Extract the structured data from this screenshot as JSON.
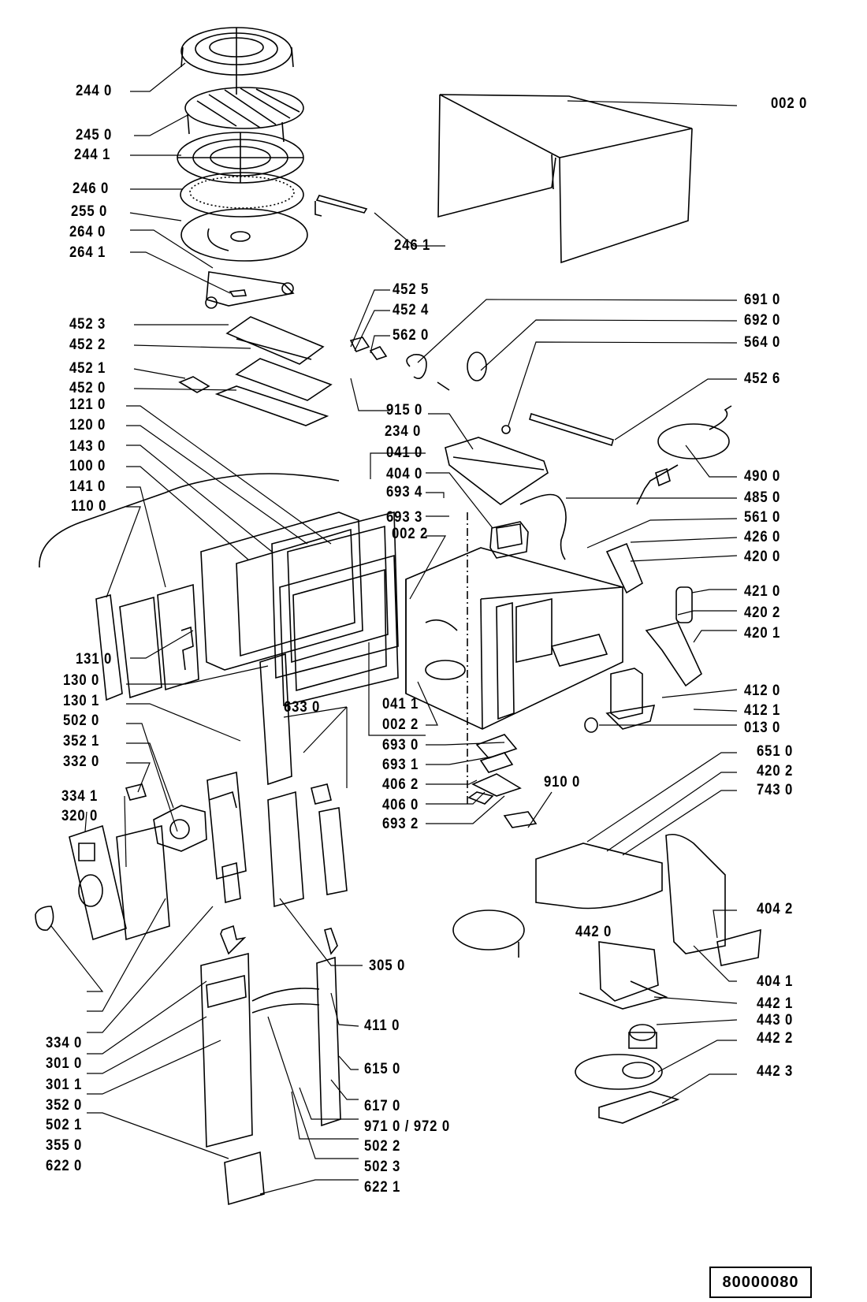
{
  "diagram": {
    "title": "Microwave oven exploded parts view",
    "reference_number": "80000080",
    "labels": {
      "p2440": "244 0",
      "p2450": "245 0",
      "p2441": "244 1",
      "p2460": "246 0",
      "p2550": "255 0",
      "p2640": "264 0",
      "p2641": "264 1",
      "p2461": "246 1",
      "p0020": "002 0",
      "p4523": "452 3",
      "p4522": "452 2",
      "p4521": "452 1",
      "p4520": "452 0",
      "p4525": "452 5",
      "p4524": "452 4",
      "p5620": "562 0",
      "p9150": "915 0",
      "p1210": "121 0",
      "p1200": "120 0",
      "p1430": "143 0",
      "p1000": "100 0",
      "p1410": "141 0",
      "p1100": "110 0",
      "p1310": "131 0",
      "p6910": "691 0",
      "p6920": "692 0",
      "p5640": "564 0",
      "p4526": "452 6",
      "p2340": "234 0",
      "p0410": "041 0",
      "p4040": "404 0",
      "p6934": "693 4",
      "p6933": "693 3",
      "p0022a": "002 2",
      "p4900": "490 0",
      "p4850": "485 0",
      "p5610": "561 0",
      "p4260": "426 0",
      "p4200": "420 0",
      "p4210": "421 0",
      "p4202a": "420 2",
      "p4201": "420 1",
      "p4120": "412 0",
      "p4121": "412 1",
      "p0130": "013 0",
      "p0411": "041 1",
      "p0022b": "002 2",
      "p6930": "693 0",
      "p6931": "693 1",
      "p4062": "406 2",
      "p4060": "406 0",
      "p6932": "693 2",
      "p9100": "910 0",
      "p6510": "651 0",
      "p4202b": "420 2",
      "p7430": "743 0",
      "p4042": "404 2",
      "p4041": "404 1",
      "p4420": "442 0",
      "p4421": "442 1",
      "p4430": "443 0",
      "p4422": "442 2",
      "p4423": "442 3",
      "p1300": "130 0",
      "p1301": "130 1",
      "p5020": "502 0",
      "p3521": "352 1",
      "p3320": "332 0",
      "p3341": "334 1",
      "p3200": "320 0",
      "p6330": "633 0",
      "p3050": "305 0",
      "p3340": "334 0",
      "p3010": "301 0",
      "p3011": "301 1",
      "p3520": "352 0",
      "p5021": "502 1",
      "p3550": "355 0",
      "p6220": "622 0",
      "p4110": "411 0",
      "p6150": "615 0",
      "p6170": "617 0",
      "p9710": "971 0 / 972 0",
      "p5022": "502 2",
      "p5023": "502 3",
      "p6221": "622 1"
    }
  }
}
